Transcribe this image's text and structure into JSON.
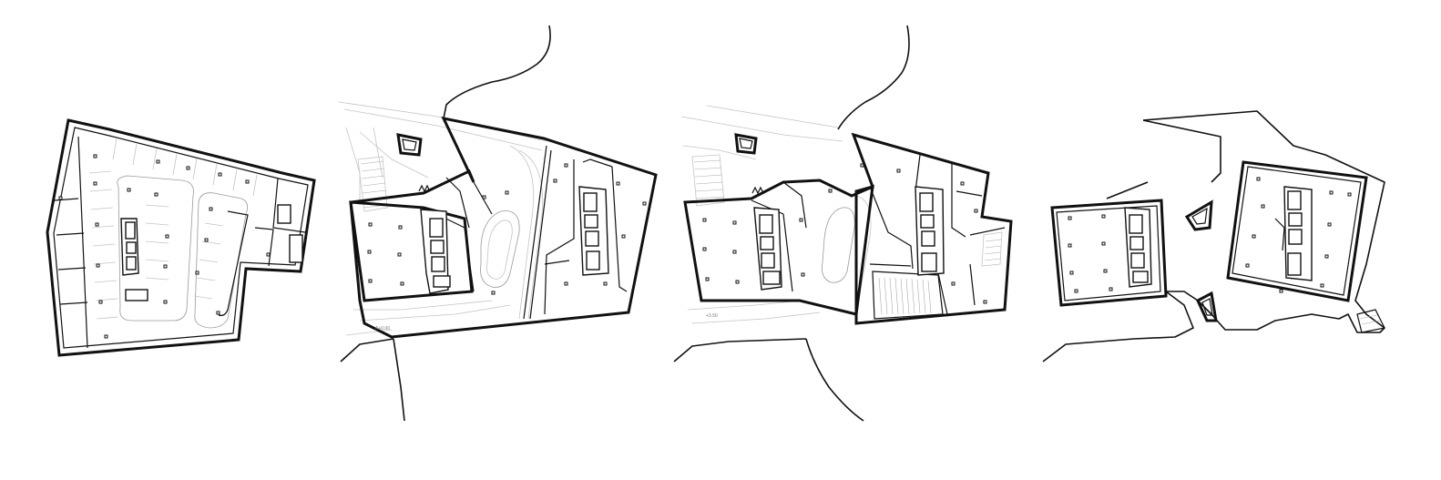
{
  "drawing": {
    "plans": [
      {
        "key": "parking",
        "label": ""
      },
      {
        "key": "ground",
        "label": "A+0.00"
      },
      {
        "key": "first",
        "label": "+3.50"
      },
      {
        "key": "typical",
        "label": ""
      }
    ]
  }
}
